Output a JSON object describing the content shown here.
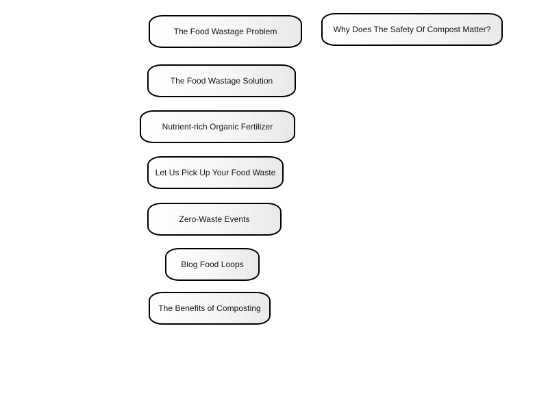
{
  "diagram": {
    "nodes": [
      {
        "label": "The Food Wastage Problem"
      },
      {
        "label": "The Food Wastage Solution"
      },
      {
        "label": "Nutrient-rich Organic Fertilizer"
      },
      {
        "label": "Let Us Pick Up Your Food Waste"
      },
      {
        "label": "Zero-Waste Events"
      },
      {
        "label": "Blog Food Loops"
      },
      {
        "label": "The Benefits of Composting"
      },
      {
        "label": "Why Does The Safety Of Compost Matter?"
      }
    ]
  }
}
